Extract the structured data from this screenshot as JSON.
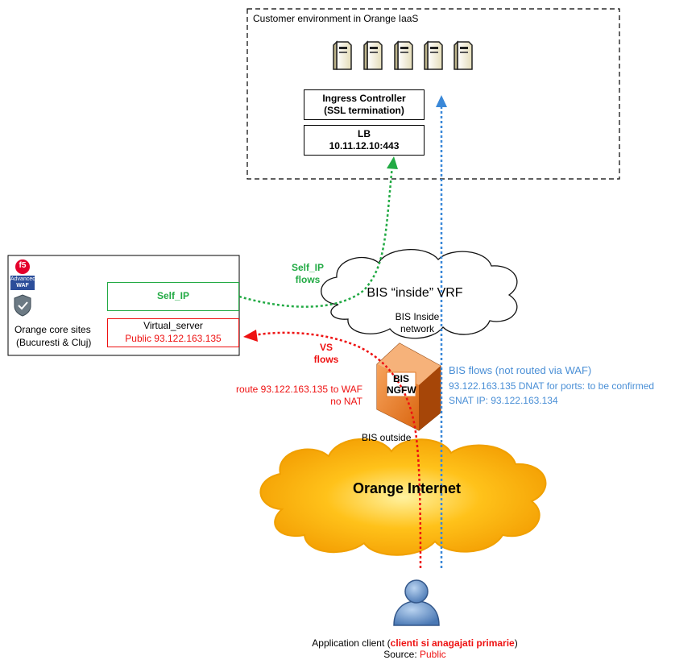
{
  "customer_env": {
    "title": "Customer environment in Orange IaaS"
  },
  "ingress": {
    "line1": "Ingress Controller",
    "line2": "(SSL termination)"
  },
  "lb": {
    "line1": "LB",
    "line2": "10.11.12.10:443"
  },
  "waf_panel": {
    "logo_f5": "f5",
    "logo_line1": "Advanced",
    "logo_line2": "WAF",
    "self_ip": "Self_IP",
    "virtual_server": "Virtual_server",
    "virtual_server_ip": "Public  93.122.163.135",
    "site_line1": "Orange core sites",
    "site_line2": "(Bucuresti & Cluj)"
  },
  "cloud_inside": {
    "label": "BIS “inside” VRF",
    "sub1": "BIS Inside",
    "sub2": "network"
  },
  "self_ip_flows": {
    "line1": "Self_IP",
    "line2": "flows"
  },
  "vs_flows": {
    "line1": "VS",
    "line2": "flows"
  },
  "route_note": {
    "line1": "route 93.122.163.135 to WAF",
    "line2": "no NAT"
  },
  "ngfw": {
    "line1": "BIS",
    "line2": "NGFW",
    "outside": "BIS outside"
  },
  "bis_flows": {
    "title": "BIS flows (not routed via WAF)",
    "line1": "93.122.163.135 DNAT for ports: to be confirmed",
    "line2": "SNAT IP: 93.122.163.134"
  },
  "internet": {
    "label": "Orange Internet"
  },
  "client": {
    "prefix": "Application client (",
    "highlight": "clienti si anagajati primarie",
    "suffix": ")",
    "source_prefix": "Source: ",
    "source_value": "Public"
  },
  "colors": {
    "green": "#22aa44",
    "red": "#ee1111",
    "blue": "#3a88d8",
    "bis_blue": "#4a8fd6"
  }
}
